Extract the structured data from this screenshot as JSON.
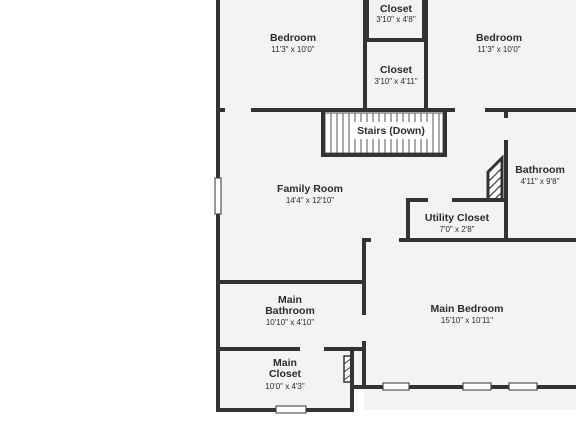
{
  "colors": {
    "wall": "#333333",
    "floor": "#f3f3f3",
    "window": "#d9d9d9",
    "background": "#ffffff"
  },
  "rooms": [
    {
      "id": "bedroom-1",
      "name_lines": [
        "Bedroom"
      ],
      "dimensions": "11'3\" x 10'0\""
    },
    {
      "id": "closet-1",
      "name_lines": [
        "Closet"
      ],
      "dimensions": "3'10\" x 4'8\""
    },
    {
      "id": "closet-2",
      "name_lines": [
        "Closet"
      ],
      "dimensions": "3'10\" x 4'11\""
    },
    {
      "id": "bedroom-2",
      "name_lines": [
        "Bedroom"
      ],
      "dimensions": "11'3\" x 10'0\""
    },
    {
      "id": "stairs",
      "name_lines": [
        "Stairs (Down)"
      ],
      "dimensions": ""
    },
    {
      "id": "family-room",
      "name_lines": [
        "Family Room"
      ],
      "dimensions": "14'4\" x 12'10\""
    },
    {
      "id": "bathroom",
      "name_lines": [
        "Bathroom"
      ],
      "dimensions": "4'11\" x 9'8\""
    },
    {
      "id": "utility-closet",
      "name_lines": [
        "Utility Closet"
      ],
      "dimensions": "7'0\" x 2'8\""
    },
    {
      "id": "main-bathroom",
      "name_lines": [
        "Main",
        "Bathroom"
      ],
      "dimensions": "10'10\" x 4'10\""
    },
    {
      "id": "main-closet",
      "name_lines": [
        "Main",
        "Closet"
      ],
      "dimensions": "10'0\" x 4'3\""
    },
    {
      "id": "main-bedroom",
      "name_lines": [
        "Main Bedroom"
      ],
      "dimensions": "15'10\" x 10'11\""
    }
  ]
}
